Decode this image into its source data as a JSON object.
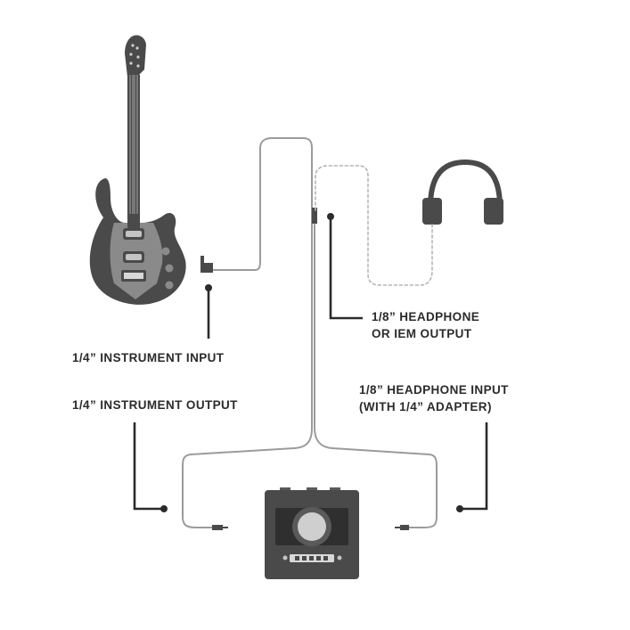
{
  "labels": {
    "instrument_input": "1/4” INSTRUMENT INPUT",
    "instrument_output": "1/4” INSTRUMENT OUTPUT",
    "headphone_output_line1": "1/8” HEADPHONE",
    "headphone_output_line2": "OR IEM OUTPUT",
    "headphone_input_line1": "1/8” HEADPHONE INPUT",
    "headphone_input_line2": "(WITH 1/4” ADAPTER)"
  },
  "icons": {
    "guitar": "electric-guitar-icon",
    "headphones": "headphones-icon",
    "interface": "audio-interface-icon"
  },
  "colors": {
    "dark": "#4a4a4a",
    "mid": "#8a8a8a",
    "light": "#c4c4c4",
    "cable": "#9b9b9b",
    "text": "#2b2b2b"
  }
}
